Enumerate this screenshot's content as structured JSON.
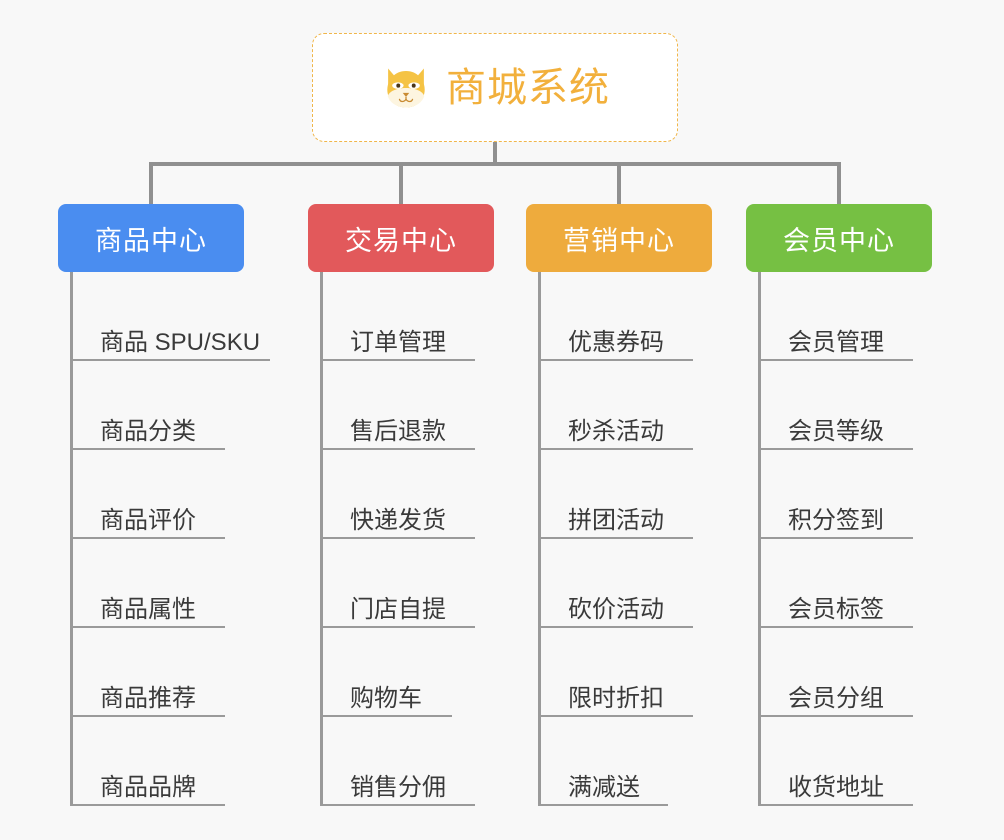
{
  "root": {
    "title": "商城系统",
    "icon": "dog-face-emoji",
    "border_color": "#f0b64a",
    "text_color": "#f2b03c"
  },
  "canvas": {
    "background": "#f8f8f8",
    "connector_color": "#909090",
    "item_line_color": "#9a9a9a",
    "item_text_color": "#3a3a3a"
  },
  "branches": [
    {
      "label": "商品中心",
      "color": "#4a8df0",
      "children": [
        {
          "label": "商品 SPU/SKU",
          "underline_width": 200
        },
        {
          "label": "商品分类",
          "underline_width": 155
        },
        {
          "label": "商品评价",
          "underline_width": 155
        },
        {
          "label": "商品属性",
          "underline_width": 155
        },
        {
          "label": "商品推荐",
          "underline_width": 155
        },
        {
          "label": "商品品牌",
          "underline_width": 155
        }
      ]
    },
    {
      "label": "交易中心",
      "color": "#e2595b",
      "children": [
        {
          "label": "订单管理",
          "underline_width": 155
        },
        {
          "label": "售后退款",
          "underline_width": 155
        },
        {
          "label": "快递发货",
          "underline_width": 155
        },
        {
          "label": "门店自提",
          "underline_width": 155
        },
        {
          "label": "购物车",
          "underline_width": 132
        },
        {
          "label": "销售分佣",
          "underline_width": 155
        }
      ]
    },
    {
      "label": "营销中心",
      "color": "#eeab3d",
      "children": [
        {
          "label": "优惠券码",
          "underline_width": 155
        },
        {
          "label": "秒杀活动",
          "underline_width": 155
        },
        {
          "label": "拼团活动",
          "underline_width": 155
        },
        {
          "label": "砍价活动",
          "underline_width": 155
        },
        {
          "label": "限时折扣",
          "underline_width": 155
        },
        {
          "label": "满减送",
          "underline_width": 130
        }
      ]
    },
    {
      "label": "会员中心",
      "color": "#76c043",
      "children": [
        {
          "label": "会员管理",
          "underline_width": 155
        },
        {
          "label": "会员等级",
          "underline_width": 155
        },
        {
          "label": "积分签到",
          "underline_width": 155
        },
        {
          "label": "会员标签",
          "underline_width": 155
        },
        {
          "label": "会员分组",
          "underline_width": 155
        },
        {
          "label": "收货地址",
          "underline_width": 155
        }
      ]
    }
  ]
}
